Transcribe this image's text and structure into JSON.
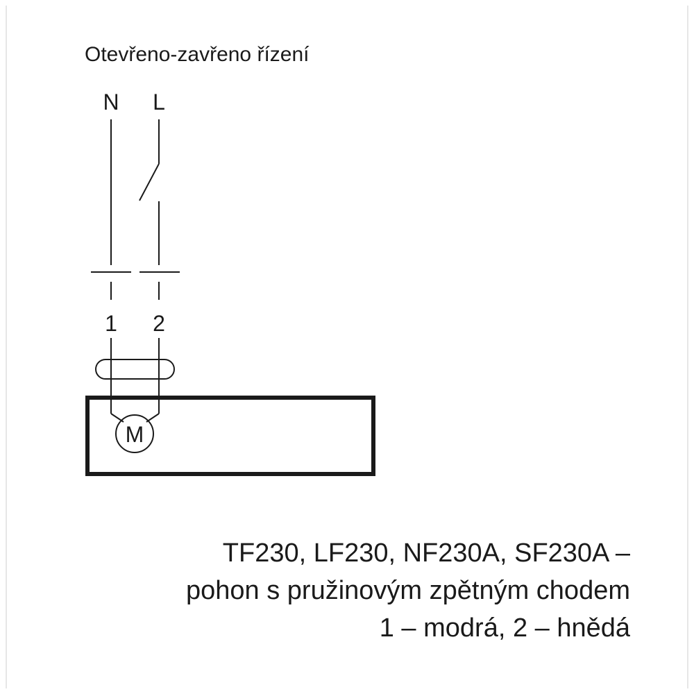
{
  "diagram": {
    "title": "Otevřeno-zavřeno řízení",
    "terminals": {
      "neutral": "N",
      "live": "L"
    },
    "wire_numbers": [
      "1",
      "2"
    ],
    "motor_label": "M"
  },
  "caption": {
    "line1": "TF230, LF230, NF230A, SF230A –",
    "line2": "pohon s pružinovým zpětným chodem",
    "line3": "1 – modrá, 2 – hnědá"
  }
}
